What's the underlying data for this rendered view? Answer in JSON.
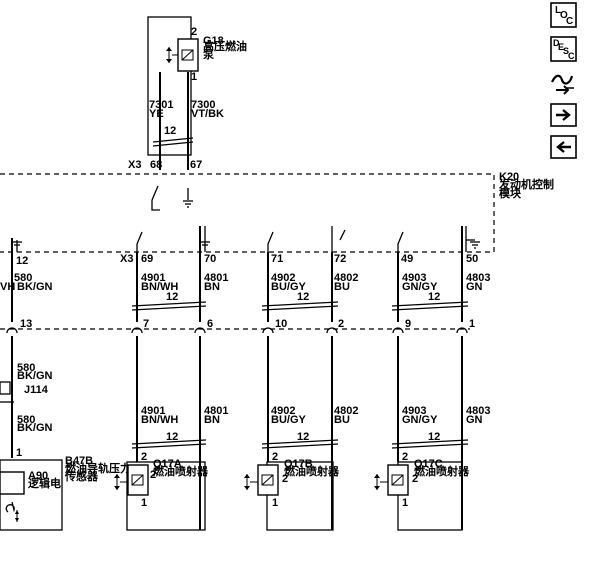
{
  "toolbar": {
    "loc_label": "LOC",
    "desc_label": "DESC",
    "icons": [
      "loc-icon",
      "desc-icon",
      "harness-icon",
      "arrow-right-icon",
      "arrow-left-icon"
    ]
  },
  "g18": {
    "ref": "G18",
    "name_line1": "高压燃油",
    "name_line2": "泵",
    "pin_top": "2",
    "pin_bottom": "1",
    "wire_left_num": "7301",
    "wire_left_color": "YE",
    "wire_right_num": "7300",
    "wire_right_color": "VT/BK",
    "twist_label": "12",
    "conn_ref": "X3",
    "conn_left_pin": "68",
    "conn_right_pin": "67"
  },
  "k20": {
    "ref": "K20",
    "name_line1": "发动机控制",
    "name_line2": "模块",
    "conn_ref": "X3",
    "pins": [
      "12",
      "69",
      "70",
      "71",
      "72",
      "49",
      "50"
    ]
  },
  "upper_wires": [
    {
      "num": "580",
      "color": "BK/GN",
      "left_color": "VH"
    },
    {
      "num": "4901",
      "color": "BN/WH"
    },
    {
      "num": "4801",
      "color": "BN"
    },
    {
      "num": "4902",
      "color": "BU/GY"
    },
    {
      "num": "4802",
      "color": "BU"
    },
    {
      "num": "4903",
      "color": "GN/GY"
    },
    {
      "num": "4803",
      "color": "GN"
    }
  ],
  "twist_upper": [
    "12",
    "12",
    "12"
  ],
  "inline_pins": [
    "13",
    "7",
    "6",
    "10",
    "2",
    "9",
    "1"
  ],
  "lower_wires": [
    {
      "num": "580",
      "color": "BK/GN"
    },
    {
      "num": "580",
      "color": "BK/GN"
    },
    {
      "num": "4901",
      "color": "BN/WH"
    },
    {
      "num": "4801",
      "color": "BN"
    },
    {
      "num": "4902",
      "color": "BU/GY"
    },
    {
      "num": "4802",
      "color": "BU"
    },
    {
      "num": "4903",
      "color": "GN/GY"
    },
    {
      "num": "4803",
      "color": "GN"
    }
  ],
  "twist_lower": [
    "12",
    "12",
    "12"
  ],
  "j114": "J114",
  "b47b": {
    "ref": "B47B",
    "pin": "1",
    "label": "燃油导轨压力",
    "label2": "传感器"
  },
  "a90": {
    "ref": "A90",
    "label": "逻辑电"
  },
  "injectors": [
    {
      "ref": "Q17A",
      "label": "燃油喷射器",
      "pin_top": "2",
      "pin_mid": "2",
      "pin_bottom": "1"
    },
    {
      "ref": "Q17B",
      "label": "燃油喷射器",
      "pin_top": "2",
      "pin_mid": "2",
      "pin_bottom": "1"
    },
    {
      "ref": "Q17C",
      "label": "燃油喷射器",
      "pin_top": "2",
      "pin_mid": "2",
      "pin_bottom": "1"
    }
  ]
}
